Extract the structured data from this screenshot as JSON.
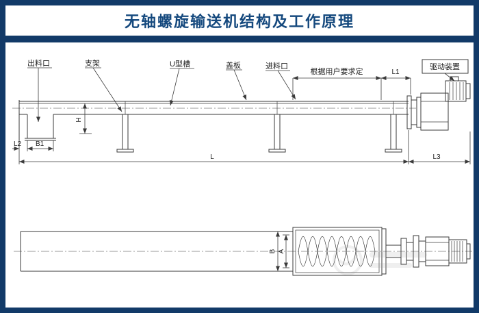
{
  "page": {
    "title": "无轴螺旋输送机结构及工作原理"
  },
  "colors": {
    "frame_blue": "#123a68",
    "title_blue": "#15497e",
    "line_gray": "#3a3a3a",
    "background": "#ffffff"
  },
  "top_view": {
    "labels": {
      "outlet": "出料口",
      "support": "支架",
      "u_trough": "U型槽",
      "cover_plate": "盖板",
      "inlet": "进料口",
      "per_user_requirement": "根据用户要求定",
      "drive_unit": "驱动装置"
    },
    "dims": {
      "L": "L",
      "L1": "L1",
      "L2": "L2",
      "L3": "L3",
      "B1": "B1",
      "H": "H"
    }
  },
  "bottom_view": {
    "dims": {
      "A": "A",
      "B": "B"
    }
  }
}
